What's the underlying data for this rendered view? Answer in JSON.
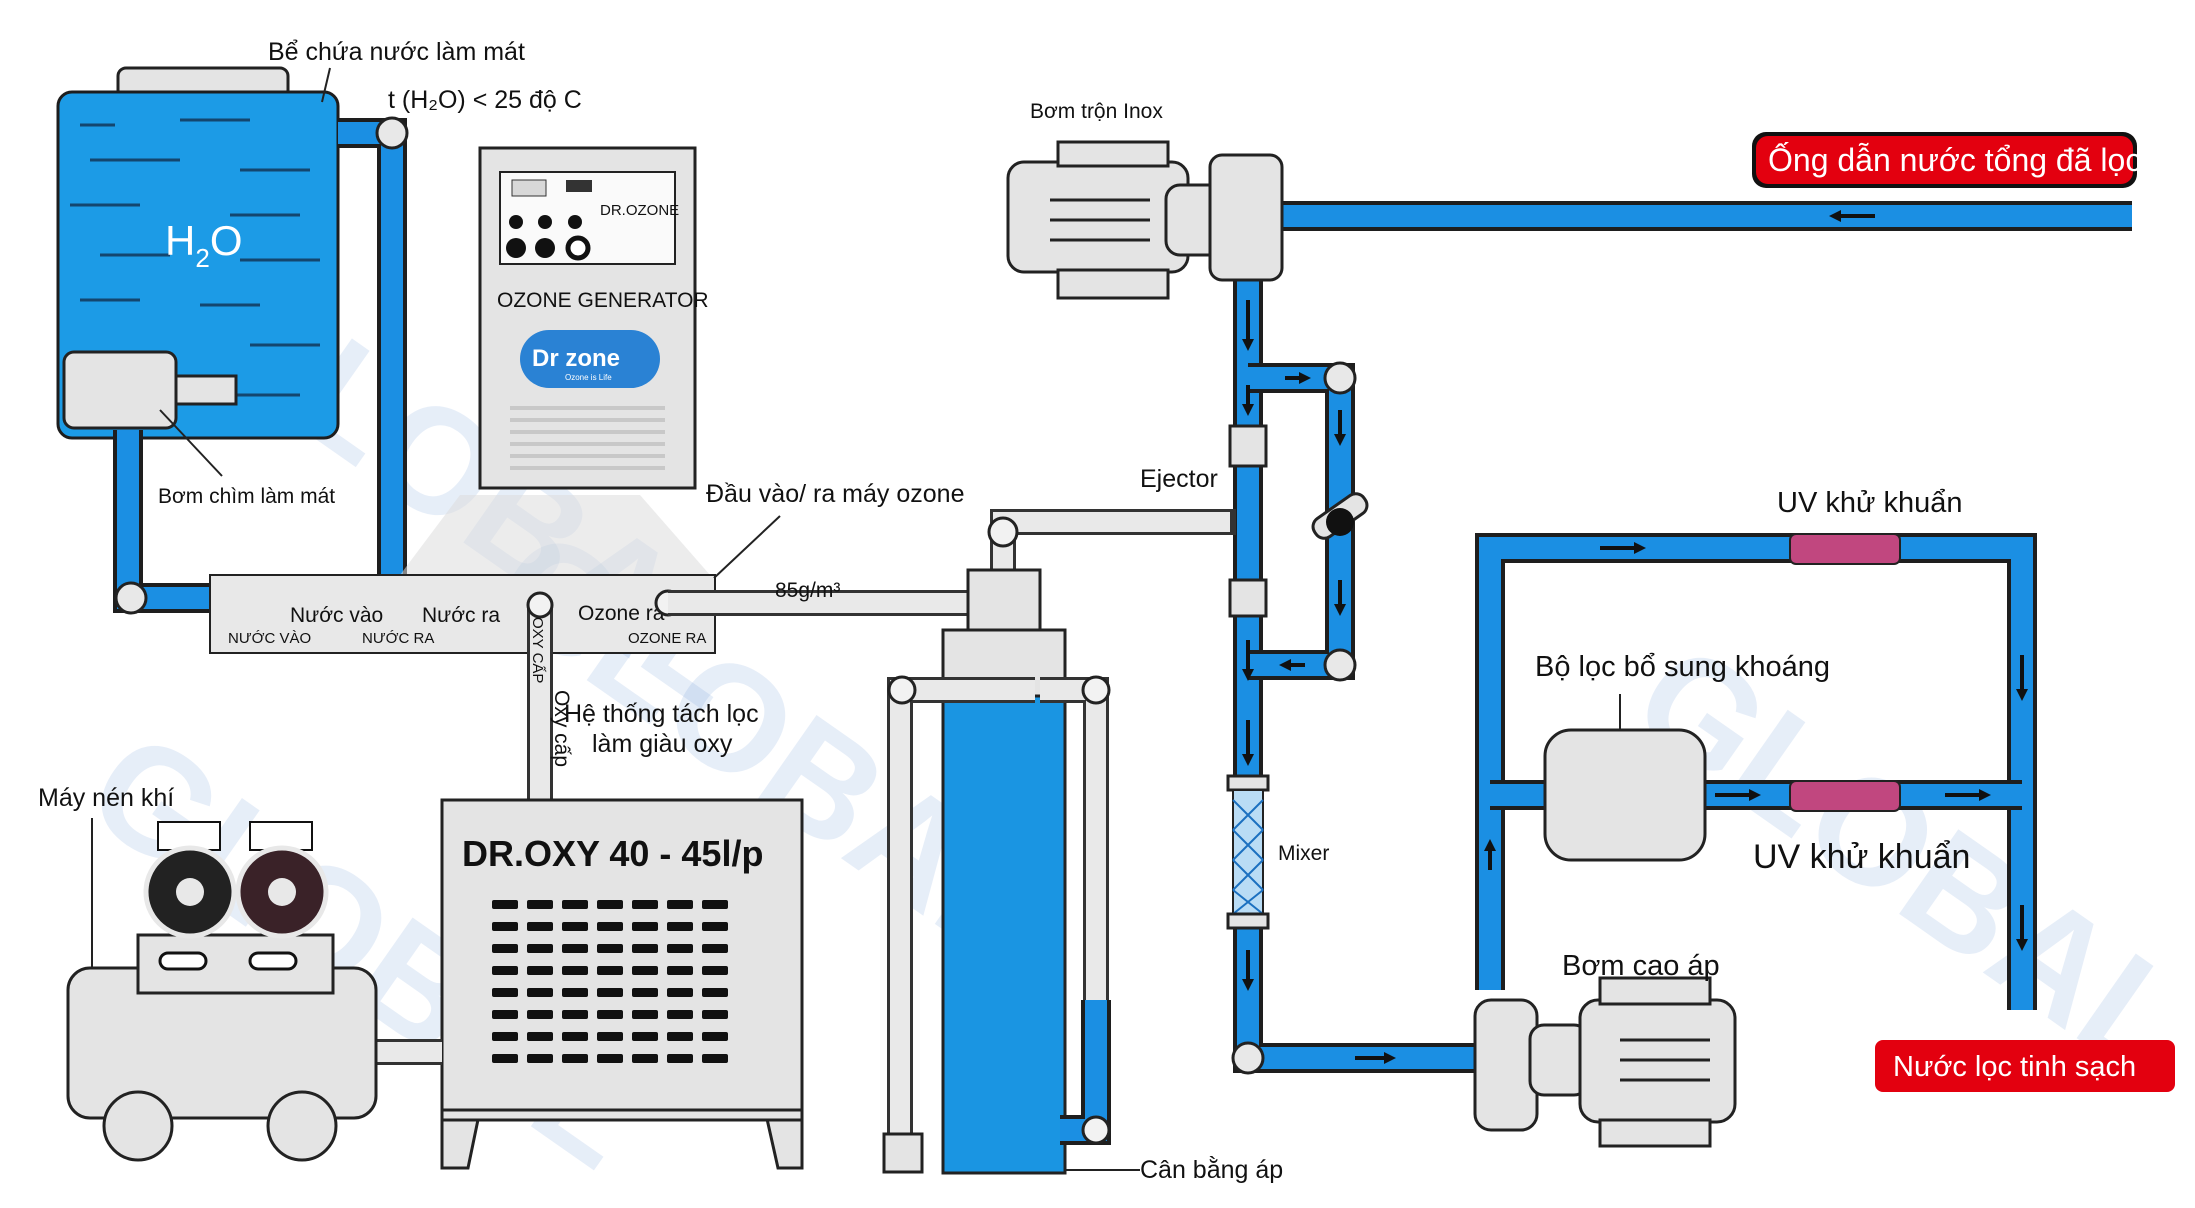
{
  "labels": {
    "tank": "Bể chứa nước làm mát",
    "temp": "t (H₂O) < 25 độ C",
    "h2o": "H",
    "h2o_sub": "2",
    "h2o_o": "O",
    "submersible_pump": "Bơm chìm làm mát",
    "water_in": "Nước vào",
    "water_out": "Nước ra",
    "ozone_out": "Ozone ra",
    "water_in_small": "NƯỚC VÀO",
    "water_out_small": "NƯỚC RA",
    "ozone_out_small": "OZONE RA",
    "ozone_io": "Đầu vào/ ra máy ozone",
    "concentration": "85g/m³",
    "oxy_supply_small": "OXY CẤP",
    "oxy_supply": "Oxy cấp",
    "oxy_system_1": "Hệ thống tách lọc",
    "oxy_system_2": "làm giàu oxy",
    "compressor": "Máy nén khí",
    "oxy_machine": "DR.OXY 40 - 45l/p",
    "generator_brand_small": "DR.OZONE",
    "generator_title": "OZONE GENERATOR",
    "logo_text": "Dr zone",
    "logo_sub": "Ozone is Life",
    "inox_pump": "Bơm trộn Inox",
    "main_pipe": "Ống dẫn nước tổng đã lọc",
    "ejector": "Ejector",
    "mixer": "Mixer",
    "pressure_balance": "Cân bằng áp",
    "uv_top": "UV khử khuẩn",
    "mineral_filter": "Bộ lọc bổ sung khoáng",
    "uv_mid": "UV khử khuẩn",
    "high_pressure_pump": "Bơm cao áp",
    "clean_water": "Nước lọc tinh sạch",
    "watermark": "GLOBAL"
  },
  "colors": {
    "pipe": "#1b8fe3",
    "tank": "#1c9be6",
    "uv": "#c1477f",
    "alert": "#e3000f",
    "logo": "#2a82d4"
  }
}
